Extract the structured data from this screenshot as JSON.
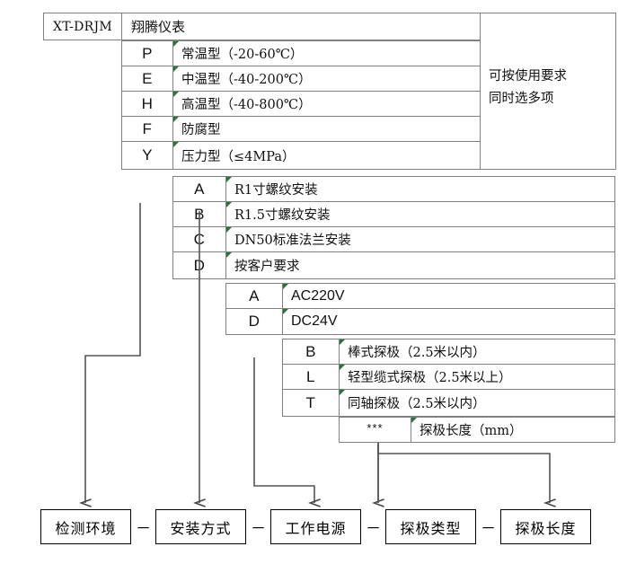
{
  "diagram": {
    "title_model": "XT-DRJM",
    "brand": "翔腾仪表",
    "note": {
      "line1": "可按使用要求",
      "line2": "同时选多项"
    },
    "groups": {
      "environment": {
        "rows": [
          {
            "code": "P",
            "desc": "常温型（-20-60℃）"
          },
          {
            "code": "E",
            "desc": "中温型（-40-200℃）"
          },
          {
            "code": "H",
            "desc": "高温型（-40-800℃）"
          },
          {
            "code": "F",
            "desc": "防腐型"
          },
          {
            "code": "Y",
            "desc": "压力型（≤4MPa）"
          }
        ]
      },
      "installation": {
        "rows": [
          {
            "code": "A",
            "desc": "R1寸螺纹安装"
          },
          {
            "code": "B",
            "desc": "R1.5寸螺纹安装"
          },
          {
            "code": "C",
            "desc": "DN50标准法兰安装"
          },
          {
            "code": "D",
            "desc": "按客户要求"
          }
        ]
      },
      "power": {
        "rows": [
          {
            "code": "A",
            "desc": "AC220V"
          },
          {
            "code": "D",
            "desc": "DC24V"
          }
        ]
      },
      "probe_type": {
        "rows": [
          {
            "code": "B",
            "desc": "棒式探极（2.5米以内）"
          },
          {
            "code": "L",
            "desc": "轻型缆式探极（2.5米以上）"
          },
          {
            "code": "T",
            "desc": "同轴探极（2.5米以内）"
          }
        ]
      },
      "probe_length": {
        "rows": [
          {
            "code": "***",
            "desc": "探极长度（mm）"
          }
        ]
      }
    },
    "legend_boxes": [
      {
        "label": "检测环境"
      },
      {
        "label": "安装方式"
      },
      {
        "label": "工作电源"
      },
      {
        "label": "探极类型"
      },
      {
        "label": "探极长度"
      }
    ],
    "separators": [
      "－",
      "－",
      "－",
      "－"
    ],
    "colors": {
      "grid_line": "#808080",
      "box_border": "#000000",
      "connector": "#555555",
      "comment_flag": "#1e7a34",
      "background": "#ffffff"
    }
  }
}
